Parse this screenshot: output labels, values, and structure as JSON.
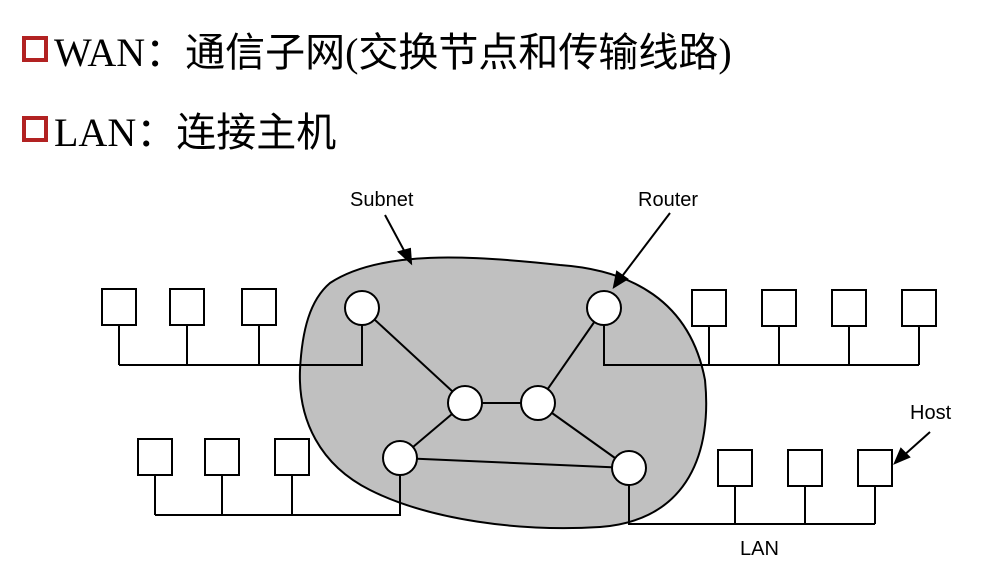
{
  "bullets": [
    {
      "text": "WAN：通信子网(交换节点和传输线路)"
    },
    {
      "text": "LAN：连接主机"
    }
  ],
  "diagram": {
    "labels": {
      "subnet": "Subnet",
      "router": "Router",
      "host": "Host",
      "lan": "LAN"
    },
    "colors": {
      "bullet": "#b22222",
      "subnet_fill": "#c0c0c0",
      "stroke": "#000000",
      "node_fill": "#ffffff"
    }
  }
}
